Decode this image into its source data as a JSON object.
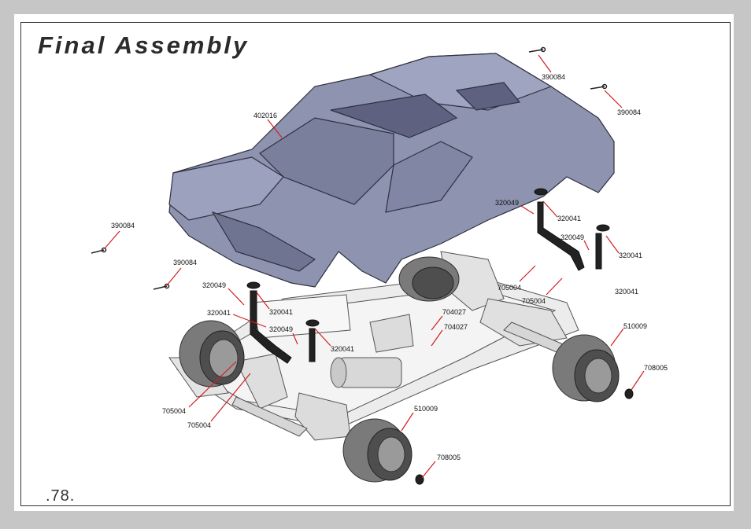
{
  "title": "Final Assembly",
  "page_number": ".78.",
  "colors": {
    "leader": "#d41e1e",
    "body_shell": "#8e93b0",
    "chassis": "#e6e6e6",
    "tire": "#686868"
  },
  "callouts": {
    "c1": "402016",
    "c2": "390084",
    "c3": "390084",
    "c4": "390084",
    "c5": "390084",
    "c6": "320049",
    "c7": "320041",
    "c8": "320049",
    "c9": "320041",
    "c10": "705004",
    "c11": "705004",
    "c12": "320049",
    "c13": "320041",
    "c14": "320041",
    "c15": "320049",
    "c16": "320041",
    "c17": "704027",
    "c18": "704027",
    "c19": "510009",
    "c20": "708005",
    "c21": "705004",
    "c22": "705004",
    "c23": "510009",
    "c24": "708005"
  }
}
